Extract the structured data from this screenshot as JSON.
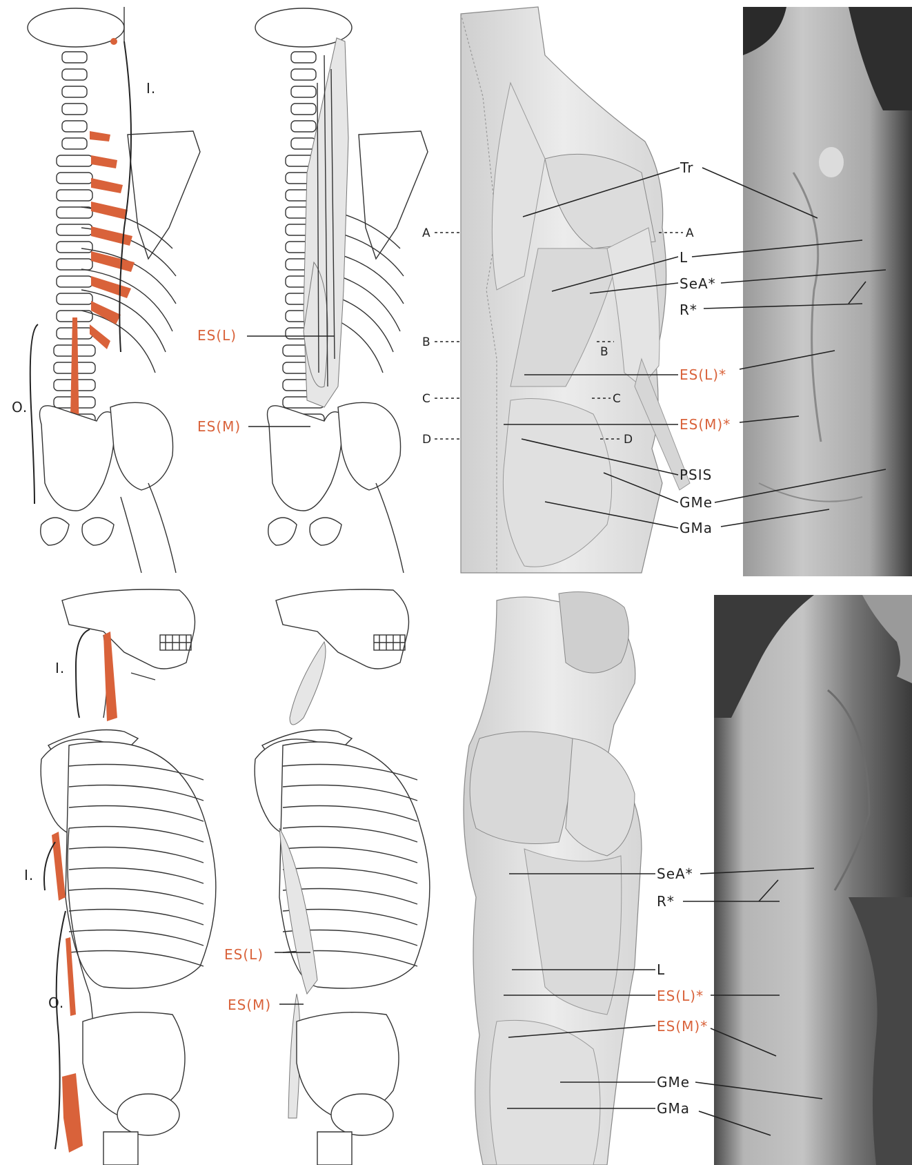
{
  "labels": {
    "tr": "Tr",
    "l": "L",
    "sea": "SeA*",
    "r": "R*",
    "es_l_star": "ES(L)*",
    "es_m_star": "ES(M)*",
    "psis": "PSIS",
    "gme": "GMe",
    "gma": "GMa",
    "es_l": "ES(L)",
    "es_m": "ES(M)",
    "insertion": "I.",
    "origin": "O.",
    "level_a": "A",
    "level_b": "B",
    "level_c": "C",
    "level_d": "D"
  },
  "colors": {
    "accent_red": "#d9623a",
    "ink": "#222222",
    "photo_dark": "#3c3c3c",
    "photo_light": "#bdbdbd"
  },
  "panels": [
    "skeleton-back-origins-insertions",
    "skeleton-back-erector-spinae",
    "muscles-back-drawing",
    "photo-back",
    "skeleton-side-origins-insertions",
    "skeleton-side-erector-spinae",
    "muscles-side-drawing",
    "photo-side"
  ]
}
